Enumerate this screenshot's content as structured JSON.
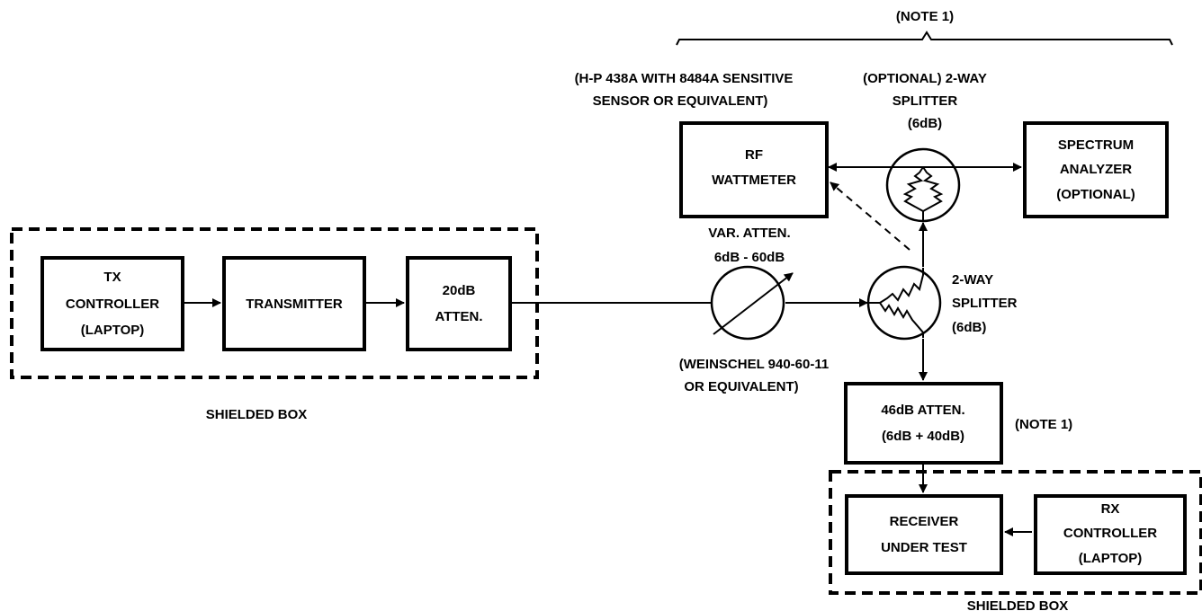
{
  "blocks": {
    "tx_controller": [
      "TX",
      "CONTROLLER",
      "(LAPTOP)"
    ],
    "transmitter": [
      "TRANSMITTER"
    ],
    "atten_20db": [
      "20dB",
      "ATTEN."
    ],
    "rf_wattmeter": [
      "RF",
      "WATTMETER"
    ],
    "spectrum_analyzer": [
      "SPECTRUM",
      "ANALYZER",
      "(OPTIONAL)"
    ],
    "atten_46db": [
      "46dB ATTEN.",
      "(6dB + 40dB)"
    ],
    "receiver": [
      "RECEIVER",
      "UNDER TEST"
    ],
    "rx_controller": [
      "RX",
      "CONTROLLER",
      "(LAPTOP)"
    ]
  },
  "labels": {
    "shielded_box_tx": "SHIELDED BOX",
    "shielded_box_rx": "SHIELDED BOX",
    "note1_top": "(NOTE 1)",
    "note1_atten": "(NOTE 1)",
    "wattmeter_model": [
      "(H-P 438A WITH 8484A SENSITIVE",
      "SENSOR OR EQUIVALENT)"
    ],
    "optional_splitter": [
      "(OPTIONAL) 2-WAY",
      "SPLITTER",
      "(6dB)"
    ],
    "var_atten": [
      "VAR. ATTEN.",
      "6dB - 60dB"
    ],
    "var_atten_model": [
      "(WEINSCHEL 940-60-11",
      "OR EQUIVALENT)"
    ],
    "splitter": [
      "2-WAY",
      "SPLITTER",
      "(6dB)"
    ]
  }
}
